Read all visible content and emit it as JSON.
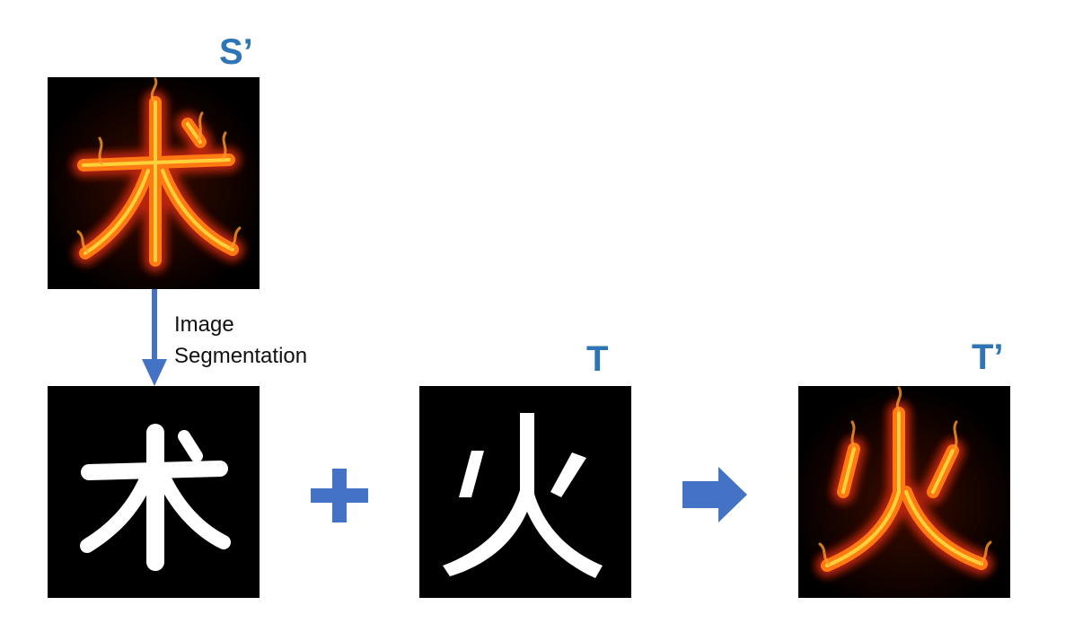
{
  "labels": {
    "source_styled": "S’",
    "target_plain": "T",
    "target_styled": "T’"
  },
  "step": {
    "line1": "Image",
    "line2": "Segmentation"
  },
  "colors": {
    "accent": "#2e75b6",
    "arrow": "#4472c4",
    "panel_bg": "#000000",
    "flame_core": "#ffd23a",
    "flame_mid": "#ff7a12",
    "flame_outer": "#c1260a"
  },
  "icons": {
    "plus": "plus-icon",
    "down_arrow": "arrow-down-icon",
    "right_arrow": "arrow-right-icon"
  }
}
